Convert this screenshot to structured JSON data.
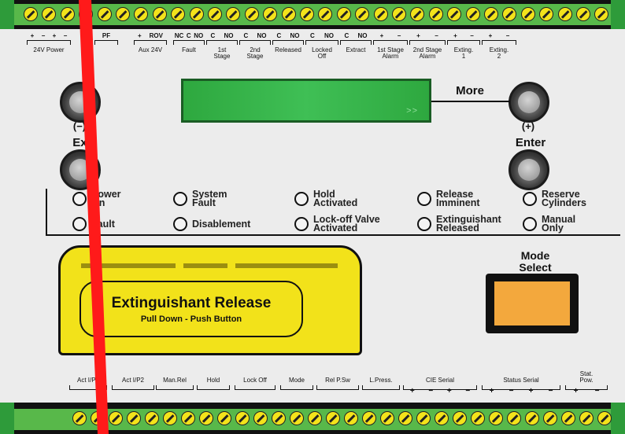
{
  "top_terminals": [
    {
      "label": "24V Power",
      "pins": [
        "+",
        "−",
        "+",
        "−"
      ]
    },
    {
      "label": "",
      "pins": [
        "PF"
      ]
    },
    {
      "label": "Aux 24V",
      "pins": [
        "+",
        "ROV"
      ]
    },
    {
      "label": "Fault",
      "pins": [
        "NC",
        "C",
        "NO"
      ]
    },
    {
      "label": "1st\nStage",
      "pins": [
        "C",
        "NO"
      ]
    },
    {
      "label": "2nd\nStage",
      "pins": [
        "C",
        "NO"
      ]
    },
    {
      "label": "Released",
      "pins": [
        "C",
        "NO"
      ]
    },
    {
      "label": "Locked\nOff",
      "pins": [
        "C",
        "NO"
      ]
    },
    {
      "label": "Extract",
      "pins": [
        "C",
        "NO"
      ]
    },
    {
      "label": "1st Stage\nAlarm",
      "pins": [
        "+",
        "−"
      ]
    },
    {
      "label": "2nd Stage\nAlarm",
      "pins": [
        "+",
        "−"
      ]
    },
    {
      "label": "Exting.\n1",
      "pins": [
        "+",
        "−"
      ]
    },
    {
      "label": "Exting.\n2",
      "pins": [
        "+",
        "−"
      ]
    }
  ],
  "display": {
    "chevrons": ">>"
  },
  "buttons": {
    "minus_label": "(−)",
    "plus_label": "(+)",
    "more_label": "More",
    "exit_label": "Exit",
    "enter_label": "Enter"
  },
  "indicators": [
    {
      "label": "Power\nOn"
    },
    {
      "label": "System\nFault"
    },
    {
      "label": "Hold\nActivated"
    },
    {
      "label": "Release\nImminent"
    },
    {
      "label": "Reserve\nCylinders"
    },
    {
      "label": "Fault"
    },
    {
      "label": "Disablement"
    },
    {
      "label": "Lock-off Valve\nActivated"
    },
    {
      "label": "Extinguishant\nReleased"
    },
    {
      "label": "Manual\nOnly"
    }
  ],
  "release_handle": {
    "title": "Extinguishant Release",
    "subtitle": "Pull Down - Push Button"
  },
  "mode_select": {
    "label": "Mode\nSelect"
  },
  "bottom_terminals": [
    {
      "label": "Act I/P1"
    },
    {
      "label": "Act I/P2"
    },
    {
      "label": "Man.Rel"
    },
    {
      "label": "Hold"
    },
    {
      "label": "Lock Off"
    },
    {
      "label": "Mode"
    },
    {
      "label": "Rel P.Sw"
    },
    {
      "label": "L.Press."
    },
    {
      "label": "CIE Serial",
      "pins": [
        "+",
        "−",
        "+",
        "−"
      ]
    },
    {
      "label": "Status Serial",
      "pins": [
        "+",
        "−",
        "+",
        "−"
      ]
    },
    {
      "label": "Stat.\nPow.",
      "pins": [
        "+",
        "−"
      ]
    }
  ],
  "colors": {
    "display_green": "#3fbf55",
    "handle_yellow": "#f2e21a",
    "mode_button_orange": "#f3a83d",
    "annotation_red": "#ff1a1a"
  }
}
